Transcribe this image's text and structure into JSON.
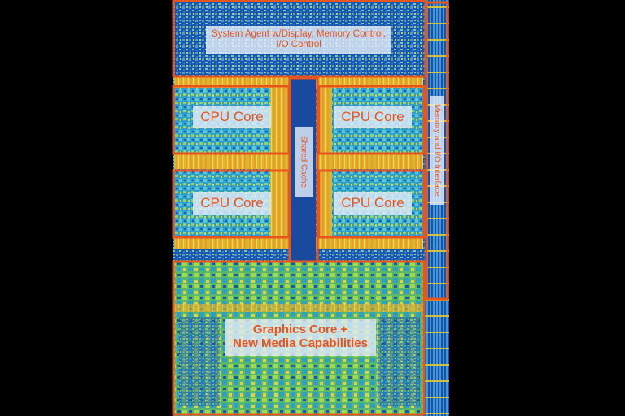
{
  "regions": {
    "system_agent": {
      "line1": "System Agent w/Display, Memory Control,",
      "line2": "I/O Control"
    },
    "cpu_core_1": "CPU Core",
    "cpu_core_2": "CPU Core",
    "cpu_core_3": "CPU Core",
    "cpu_core_4": "CPU Core",
    "shared_cache": "Shared Cache",
    "memory_io": "Memory and I/O Interface",
    "graphics": {
      "line1": "Graphics Core +",
      "line2": "New Media Capabilities"
    }
  },
  "colors": {
    "background": "#000000",
    "outline": "#e8541e",
    "label_text": "#e8541e",
    "label_bg": "#e2ecf8",
    "die_blue": "#1a58b8",
    "die_cyan": "#2eb8d6",
    "die_green": "#66c44a",
    "die_yellow": "#e4cc2e",
    "die_orange": "#f0982e"
  }
}
